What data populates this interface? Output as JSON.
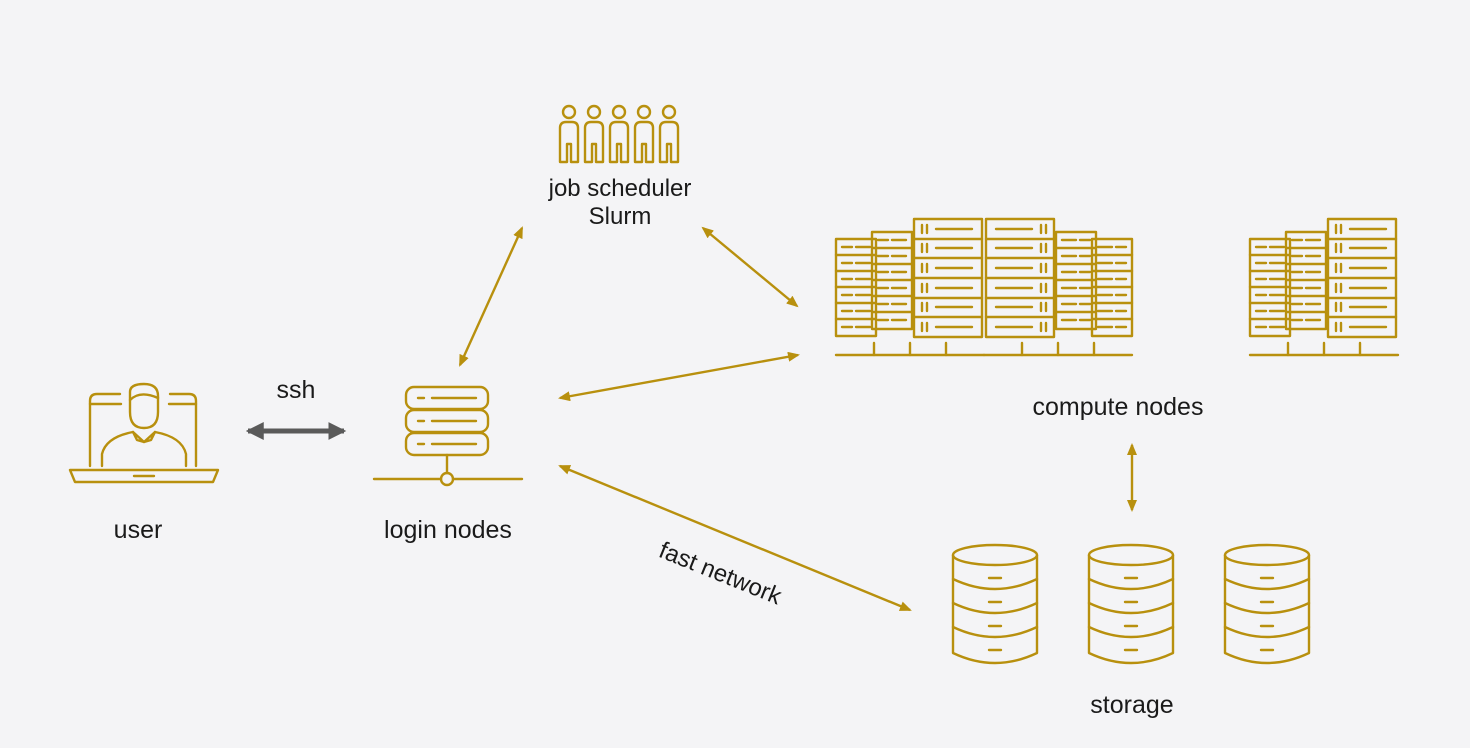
{
  "labels": {
    "user": "user",
    "ssh": "ssh",
    "login_nodes": "login nodes",
    "job_scheduler": "job scheduler",
    "slurm": "Slurm",
    "compute_nodes": "compute nodes",
    "storage": "storage",
    "fast_network": "fast network"
  },
  "colors": {
    "accent": "#b8900e",
    "ssh_arrow": "#5a5a5a",
    "background": "#f4f4f6"
  },
  "icons": [
    "user-laptop-icon",
    "login-server-icon",
    "scheduler-people-icon",
    "compute-rack-icon",
    "storage-database-icon"
  ]
}
